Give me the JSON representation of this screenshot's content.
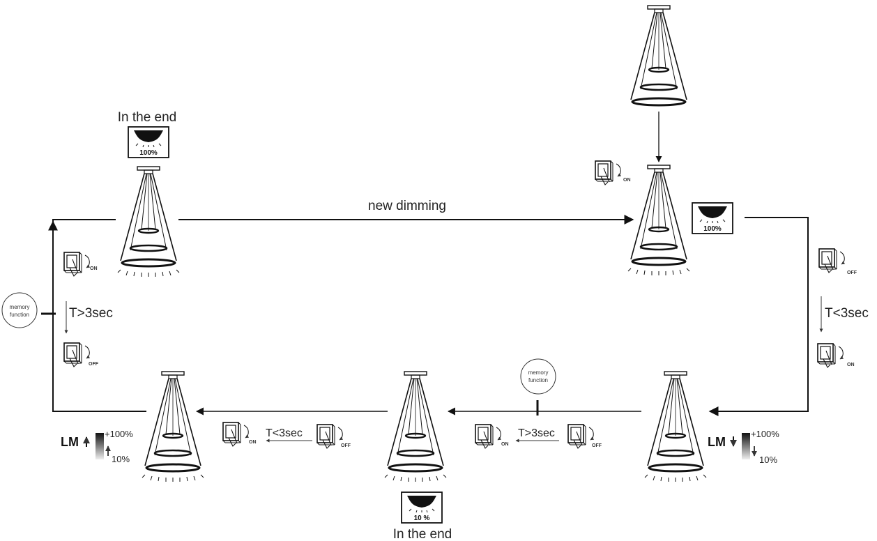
{
  "labels": {
    "in_the_end_top": "In the end",
    "in_the_end_bottom": "In the end",
    "new_dimming": "new dimming",
    "t_gt_3sec_left": "T>3sec",
    "t_lt_3sec_right": "T<3sec",
    "t_gt_3sec_bottom": "T>3sec",
    "t_lt_3sec_bottom": "T<3sec"
  },
  "memory": {
    "left": [
      "memory",
      "function"
    ],
    "bottom": [
      "memory",
      "function"
    ]
  },
  "switches": {
    "top_right": "ON",
    "left_top": "ON",
    "left_bottom": "OFF",
    "right_top": "OFF",
    "right_bottom": "ON",
    "bottom_right_a": "ON",
    "bottom_right_b": "OFF",
    "bottom_left_a": "ON",
    "bottom_left_b": "OFF"
  },
  "brightness": {
    "top_left": "100%",
    "top_right": "100%",
    "bottom_center": "10 %"
  },
  "lm": {
    "left": {
      "label": "LM",
      "high": "+100%",
      "low": "10%",
      "direction": "up"
    },
    "right": {
      "label": "LM",
      "high": "+100%",
      "low": "10%",
      "direction": "down"
    }
  }
}
